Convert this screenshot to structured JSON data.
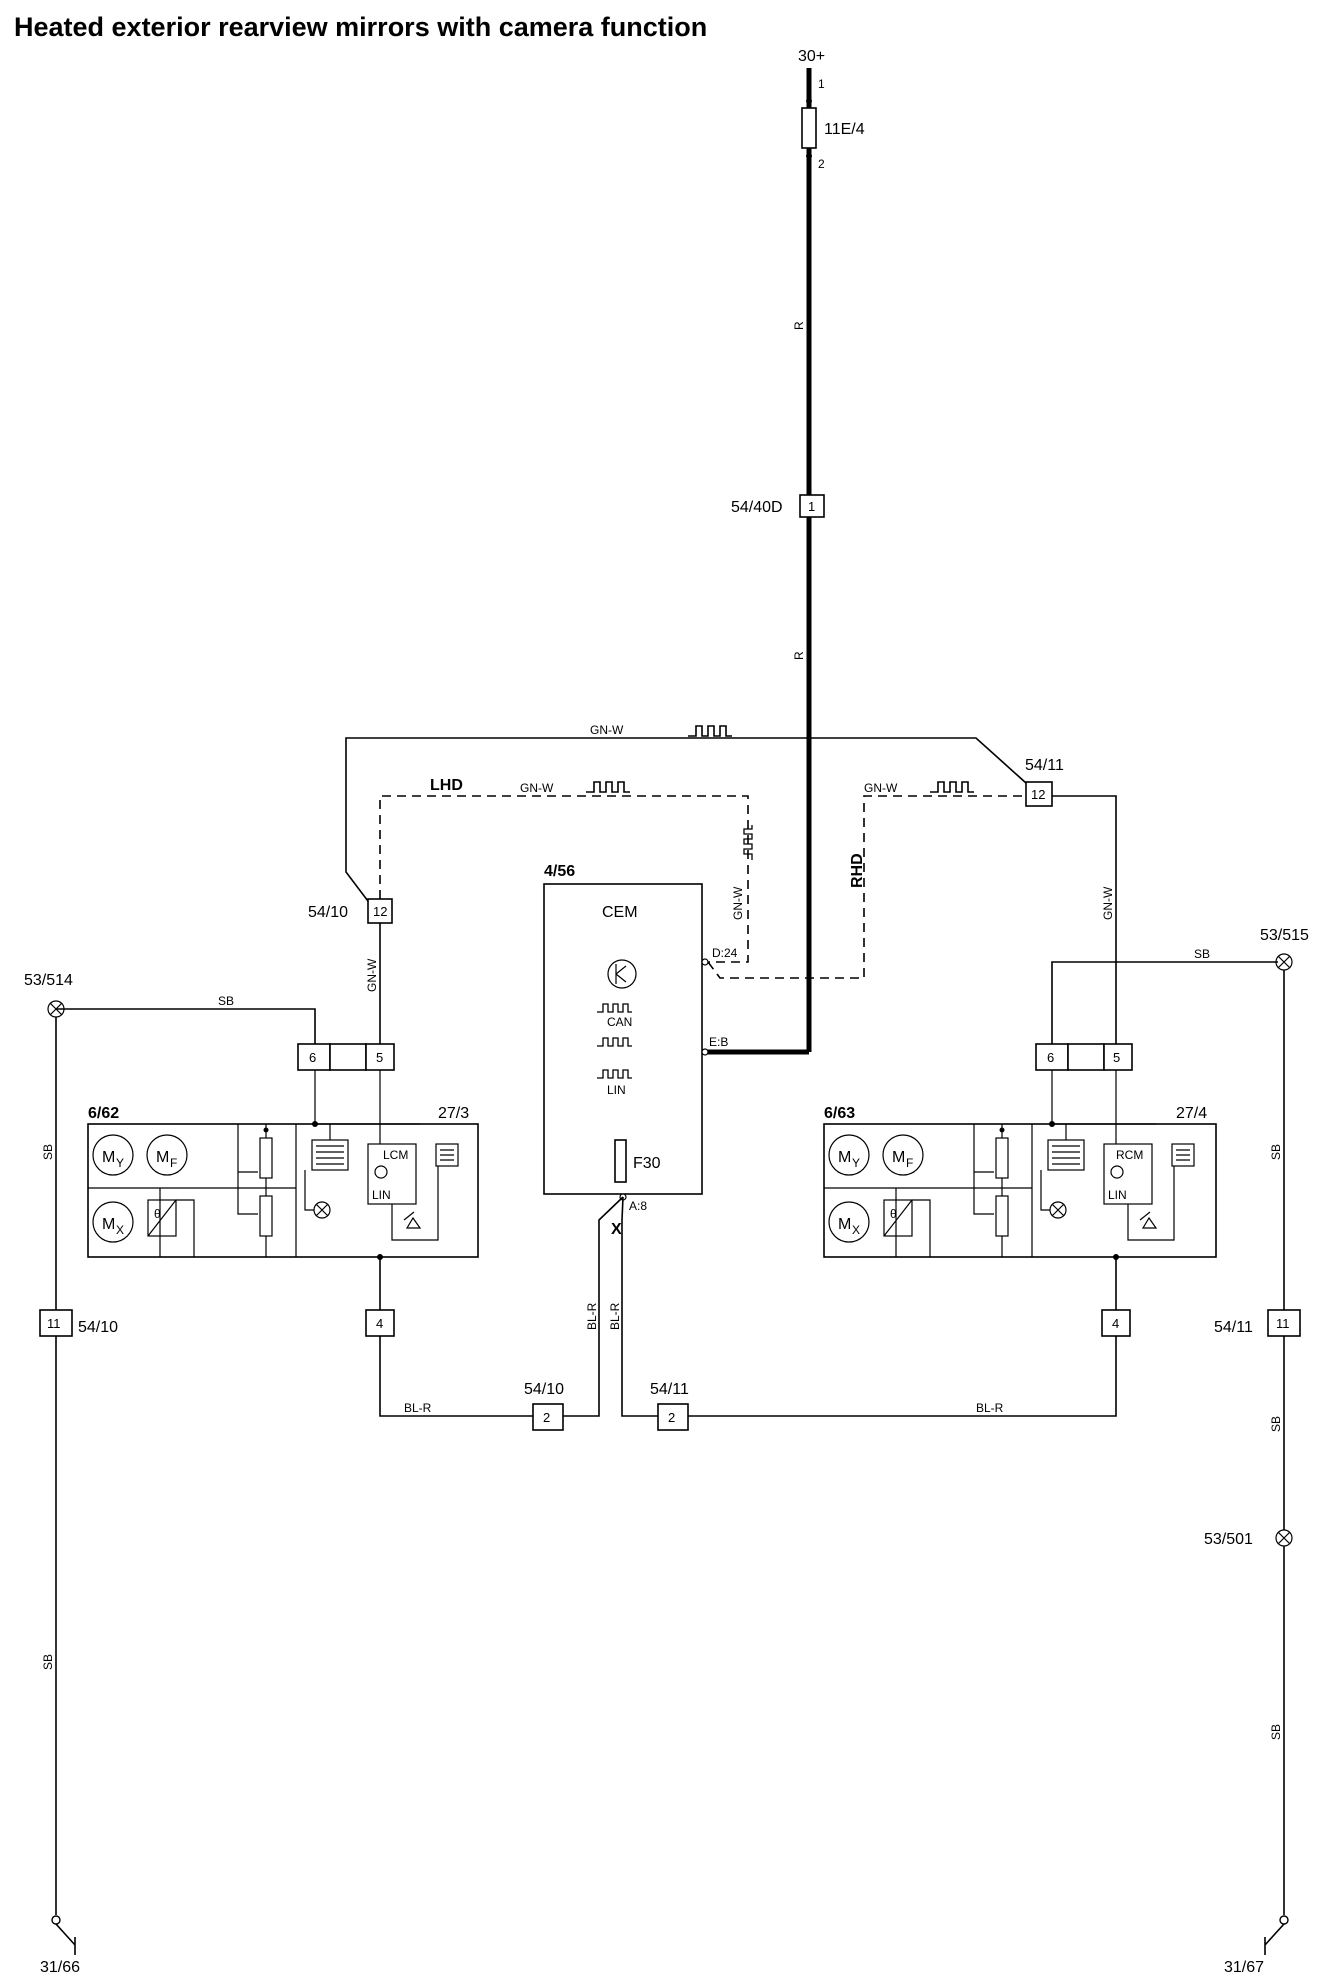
{
  "title": "Heated exterior rearview mirrors with camera function",
  "supply": {
    "terminal": "30+",
    "fuse": "11E/4",
    "pin_top": "1",
    "pin_bottom": "2"
  },
  "connectors": {
    "c54_40d": {
      "name": "54/40D",
      "pin": "1"
    },
    "c54_10_top": {
      "name": "54/10",
      "pin": "12"
    },
    "c54_11_top": {
      "name": "54/11",
      "pin": "12"
    },
    "c54_10_left": {
      "name": "54/10",
      "pin": "11"
    },
    "c54_11_right": {
      "name": "54/11",
      "pin": "11"
    },
    "c54_10_bottom": {
      "name": "54/10",
      "pin": "2"
    },
    "c54_11_bottom": {
      "name": "54/11",
      "pin": "2"
    },
    "pin6": "6",
    "pin5": "5",
    "pin4": "4"
  },
  "grounds": {
    "g53_514": "53/514",
    "g53_515": "53/515",
    "g53_501": "53/501",
    "g31_66": "31/66",
    "g31_67": "31/67"
  },
  "wires": {
    "r": "R",
    "gnw": "GN-W",
    "sb": "SB",
    "blr": "BL-R"
  },
  "cem": {
    "id": "4/56",
    "name": "CEM",
    "can": "CAN",
    "lin": "LIN",
    "fuse": "F30",
    "pin_d": "D:24",
    "pin_e": "E:B",
    "pin_a": "A:8",
    "x": "X"
  },
  "left_mirror": {
    "id": "6/62",
    "module_id": "27/3",
    "module": "LCM",
    "lin": "LIN",
    "m_y": "M",
    "m_y_sub": "Y",
    "m_f": "M",
    "m_f_sub": "F",
    "m_x": "M",
    "m_x_sub": "X",
    "theta": "θ"
  },
  "right_mirror": {
    "id": "6/63",
    "module_id": "27/4",
    "module": "RCM",
    "lin": "LIN",
    "m_y": "M",
    "m_y_sub": "Y",
    "m_f": "M",
    "m_f_sub": "F",
    "m_x": "M",
    "m_x_sub": "X",
    "theta": "θ"
  },
  "variants": {
    "lhd": "LHD",
    "rhd": "RHD"
  }
}
